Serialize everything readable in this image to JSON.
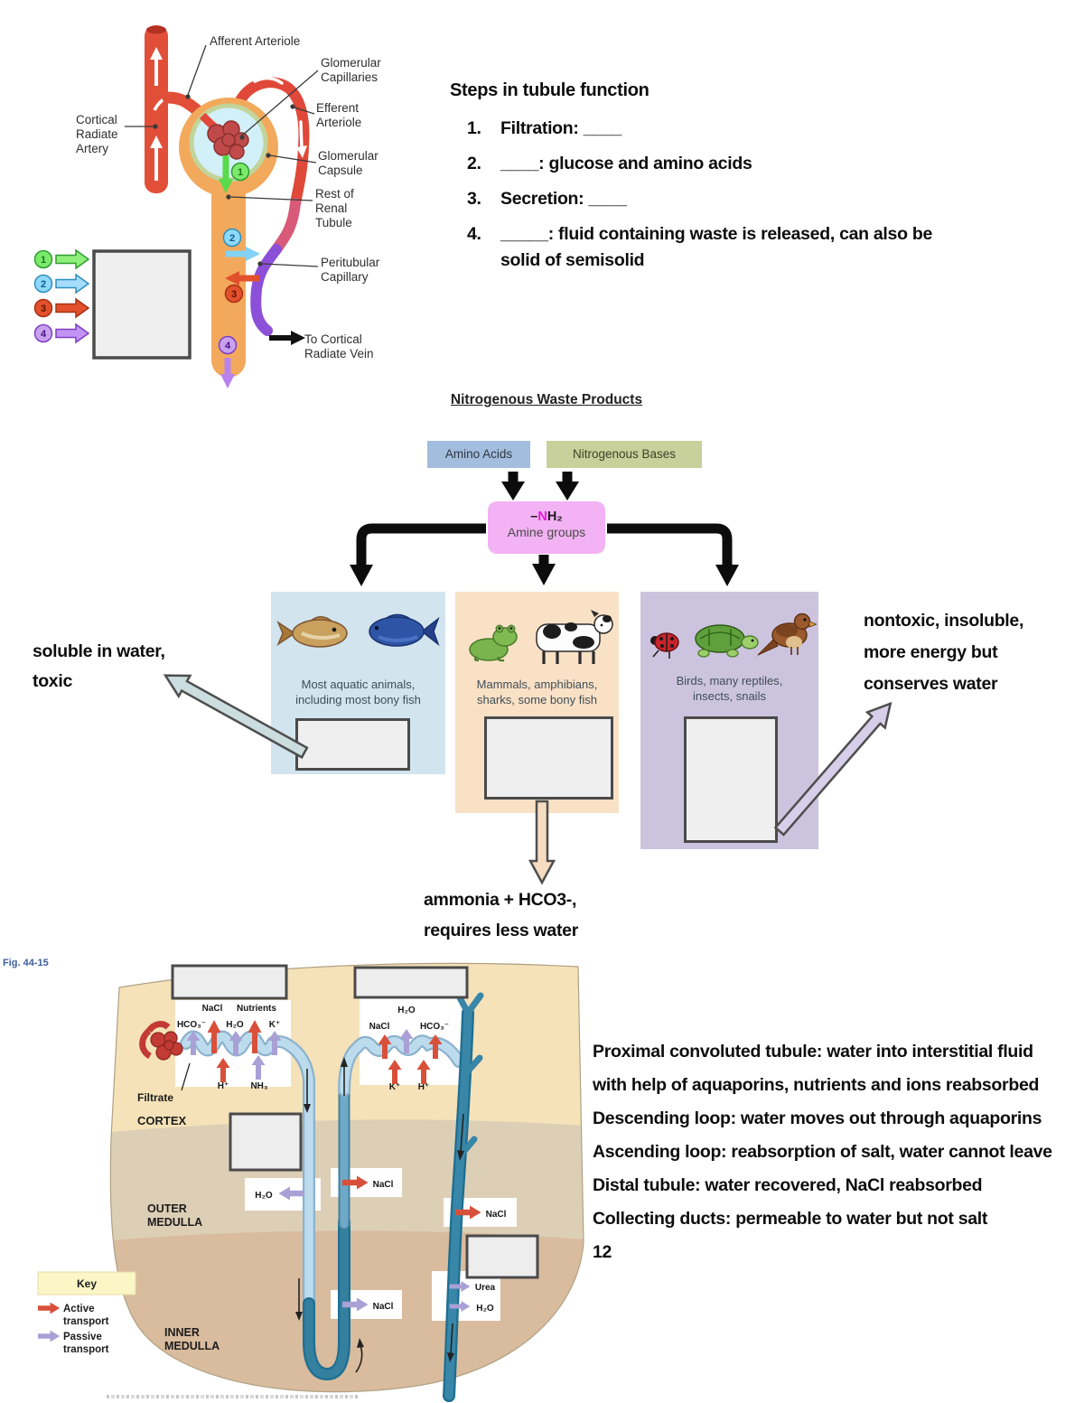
{
  "nephron": {
    "labels": {
      "afferent": "Afferent Arteriole",
      "glomerular_capillaries": "Glomerular\nCapillaries",
      "efferent": "Efferent\nArteriole",
      "cortical_artery": "Cortical\nRadiate\nArtery",
      "glomerular_capsule": "Glomerular\nCapsule",
      "renal_tubule": "Rest of\nRenal\nTubule",
      "peritubular": "Peritubular\nCapillary",
      "vein": "To Cortical\nRadiate Vein"
    },
    "steps": [
      "1",
      "2",
      "3",
      "4"
    ]
  },
  "steps": {
    "title": "Steps in tubule function",
    "items": [
      {
        "n": "1.",
        "t": "Filtration: ____"
      },
      {
        "n": "2.",
        "t": "____: glucose and amino acids"
      },
      {
        "n": "3.",
        "t": "Secretion: ____"
      },
      {
        "n": "4.",
        "t": "_____: fluid containing waste is released, can also be solid of semisolid"
      }
    ]
  },
  "waste": {
    "title": "Nitrogenous Waste Products",
    "sources": [
      {
        "label": "Amino Acids"
      },
      {
        "label": "Nitrogenous Bases"
      }
    ],
    "amine": {
      "f1": "–",
      "f2": "N",
      "f3": "H₂",
      "label": "Amine groups"
    },
    "groups": [
      {
        "caption": "Most aquatic animals,\nincluding most bony fish"
      },
      {
        "caption": "Mammals, amphibians,\nsharks, some bony fish"
      },
      {
        "caption": "Birds, many reptiles,\ninsects, snails"
      }
    ],
    "annotations": {
      "left": "soluble in water,\ntoxic",
      "right": "nontoxic, insoluble,\nmore energy but\nconserves water",
      "bottom": "ammonia + HCO3-,\nrequires less water"
    }
  },
  "fig": {
    "label": "Fig. 44-15",
    "filtrate": "Filtrate",
    "cortex": "CORTEX",
    "outer1": "OUTER",
    "outer2": "MEDULLA",
    "inner1": "INNER",
    "inner2": "MEDULLA",
    "key": {
      "title": "Key",
      "active1": "Active",
      "active2": "transport",
      "passive1": "Passive",
      "passive2": "transport"
    },
    "ions": {
      "nacl": "NaCl",
      "nutrients": "Nutrients",
      "hco3": "HCO₃⁻",
      "h2o": "H₂O",
      "k": "K⁺",
      "h": "H⁺",
      "nh3": "NH₃",
      "urea": "Urea"
    }
  },
  "notes": {
    "lines": [
      "Proximal convoluted tubule: water into interstitial fluid with help of aquaporins, nutrients and ions reabsorbed",
      "Descending loop: water moves out through aquaporins",
      "Ascending loop: reabsorption of salt, water cannot leave",
      "Distal tubule: water recovered, NaCl reabsorbed",
      "Collecting ducts: permeable to water but not salt"
    ],
    "page_number": "12"
  },
  "colors": {
    "active_transport": "#d9503a",
    "passive_transport": "#a9a0d6",
    "step1_green": "#58da4b",
    "step2_blue": "#82d2f8",
    "step3_red": "#e2512c",
    "step4_purple": "#b983ef",
    "amino_acids_box": "#a2bddd",
    "nitrogenous_bases_box": "#c8d09b",
    "amine_box": "#f2b2f3",
    "aquatic_panel": "#d2e4ee",
    "mammal_panel": "#f9e1c6",
    "bird_panel": "#ccc4de",
    "cortex": "#f5e2b8",
    "outer_medulla": "#ddcfb6",
    "inner_medulla": "#d9bb9e"
  }
}
